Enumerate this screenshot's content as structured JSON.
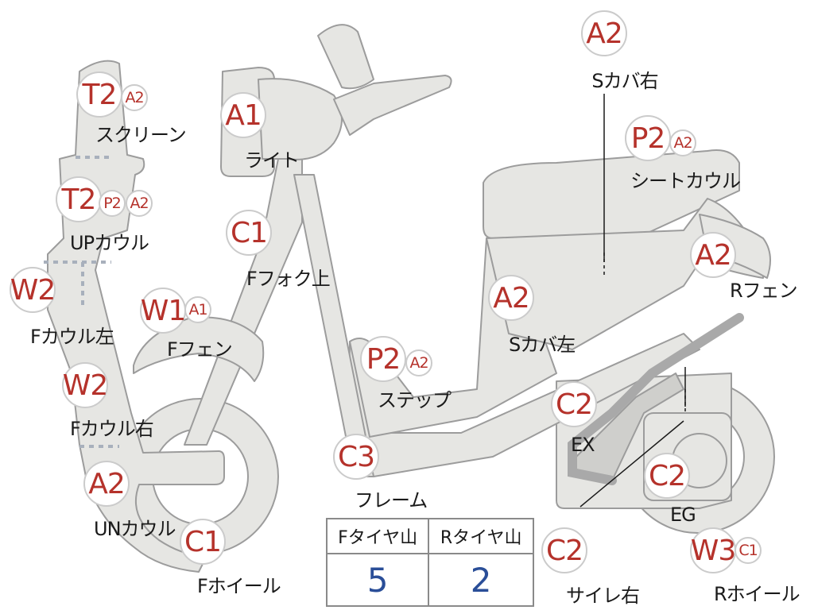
{
  "parts": {
    "s_cover_right": {
      "badges": [
        "A2"
      ],
      "label": "Sカバ右"
    },
    "screen": {
      "badges": [
        "T2",
        "A2"
      ],
      "label": "スクリーン"
    },
    "light": {
      "badges": [
        "A1"
      ],
      "label": "ライト"
    },
    "seat_cowl": {
      "badges": [
        "P2",
        "A2"
      ],
      "label": "シートカウル"
    },
    "up_cowl": {
      "badges": [
        "T2",
        "P2",
        "A2"
      ],
      "label": "UPカウル"
    },
    "f_fork_upper": {
      "badges": [
        "C1"
      ],
      "label": "Fフォク上"
    },
    "r_fender": {
      "badges": [
        "A2"
      ],
      "label": "Rフェン"
    },
    "f_cowl_left": {
      "badges": [
        "W2"
      ],
      "label": "Fカウル左"
    },
    "f_fender": {
      "badges": [
        "W1",
        "A1"
      ],
      "label": "Fフェン"
    },
    "s_cover_left": {
      "badges": [
        "A2"
      ],
      "label": "Sカバ左"
    },
    "step": {
      "badges": [
        "P2",
        "A2"
      ],
      "label": "ステップ"
    },
    "f_cowl_right": {
      "badges": [
        "W2"
      ],
      "label": "Fカウル右"
    },
    "ex": {
      "badges": [
        "C2"
      ],
      "label": "EX"
    },
    "frame": {
      "badges": [
        "C3"
      ],
      "label": "フレーム"
    },
    "un_cowl": {
      "badges": [
        "A2"
      ],
      "label": "UNカウル"
    },
    "eg": {
      "badges": [
        "C2"
      ],
      "label": "EG"
    },
    "f_wheel": {
      "badges": [
        "C1"
      ],
      "label": "Fホイール"
    },
    "silencer_right": {
      "badges": [
        "C2"
      ],
      "label": "サイレ右"
    },
    "r_wheel": {
      "badges": [
        "W3",
        "C1"
      ],
      "label": "Rホイール"
    }
  },
  "tire_table": {
    "headers": [
      "Fタイヤ山",
      "Rタイヤ山"
    ],
    "values": [
      "5",
      "2"
    ]
  },
  "colors": {
    "badge_text": "#b5322b",
    "badge_border": "#cbcbcb",
    "body_fill": "#e6e6e3",
    "body_stroke": "#9a9a9a",
    "tire_value": "#2a4e98"
  }
}
